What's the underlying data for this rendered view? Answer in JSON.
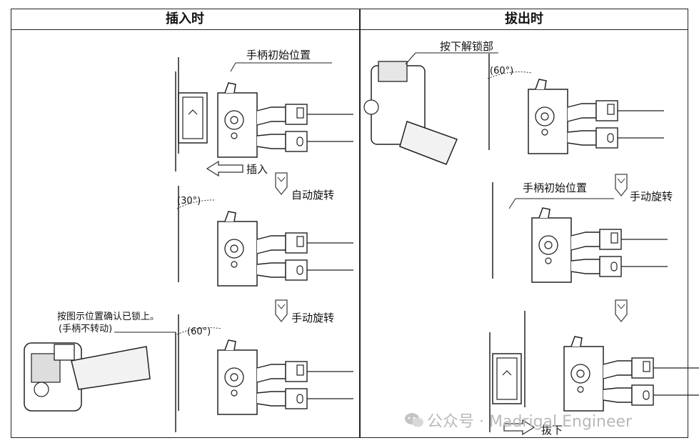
{
  "header": {
    "insert_title": "插入时",
    "remove_title": "拔出时"
  },
  "insert": {
    "handle_initial_position": "手柄初始位置",
    "insert_label": "插入",
    "auto_rotate": "自动旋转",
    "angle_30": "(30°)",
    "manual_rotate": "手动旋转",
    "angle_60": "(60°)",
    "confirm_note_line1": "按图示位置确认已锁上。",
    "confirm_note_line2": "(手柄不转动)"
  },
  "remove": {
    "press_unlock": "按下解锁部",
    "angle_60": "(60°)",
    "handle_initial_position": "手柄初始位置",
    "manual_rotate": "手动旋转",
    "pull_out": "拔下"
  },
  "watermark": {
    "text": "公众号 · Madrigal Engineer"
  }
}
